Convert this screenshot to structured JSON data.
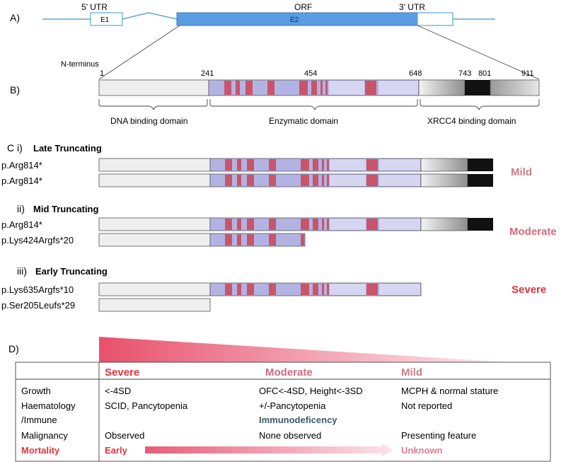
{
  "section_a": {
    "label": "A)",
    "utr5": "5’ UTR",
    "orf": "ORF",
    "utr3": "3’ UTR",
    "e1": "E1",
    "e2": "E2"
  },
  "section_b": {
    "label": "B)",
    "n_terminus": "N-terminus",
    "positions": [
      "1",
      "241",
      "454",
      "648",
      "743",
      "801",
      "911"
    ],
    "domains": [
      "DNA binding domain",
      "Enzymatic domain",
      "XRCC4 binding domain"
    ]
  },
  "section_c": {
    "label": "C i)",
    "groups": [
      {
        "title": "Late Truncating",
        "severity": "Mild",
        "variants": [
          "p.Arg814*",
          "p.Arg814*"
        ]
      },
      {
        "roman": "ii)",
        "title": "Mid Truncating",
        "severity": "Moderate",
        "variants": [
          "p.Arg814*",
          "p.Lys424Argfs*20"
        ]
      },
      {
        "roman": "iii)",
        "title": "Early Truncating",
        "severity": "Severe",
        "variants": [
          "p.Lys635Argfs*10",
          "p.Ser205Leufs*29"
        ]
      }
    ]
  },
  "section_d": {
    "label": "D)",
    "headers": [
      "Severe",
      "Moderate",
      "Mild"
    ],
    "rows": [
      {
        "label": "Growth",
        "severe": "<-4SD",
        "moderate": "OFC<-4SD, Height<-3SD",
        "mild": "MCPH & normal stature"
      },
      {
        "label": "Haematology",
        "severe": "SCID, Pancytopenia",
        "moderate": "+/-Pancytopenia",
        "mild": "Not reported"
      },
      {
        "label": "/Immune",
        "severe": "",
        "moderate": "Immunodeficency",
        "mild": ""
      },
      {
        "label": "Malignancy",
        "severe": "Observed",
        "moderate": "None observed",
        "mild": "Presenting feature"
      },
      {
        "label": "Mortality",
        "severe": "Early",
        "moderate": "",
        "mild": "Unknown"
      }
    ]
  },
  "colors": {
    "gene_line": "#5aa9d6",
    "orf_fill": "#5b9be0",
    "domain_light": "#eeeeee",
    "enzymatic": "#b3b3e3",
    "enzymatic_light": "#d6d6f2",
    "motif": "#c8556a",
    "xrcc4_dark": "#111111",
    "mild": "#c78088",
    "moderate": "#d56a78",
    "severe": "#e1323c"
  }
}
